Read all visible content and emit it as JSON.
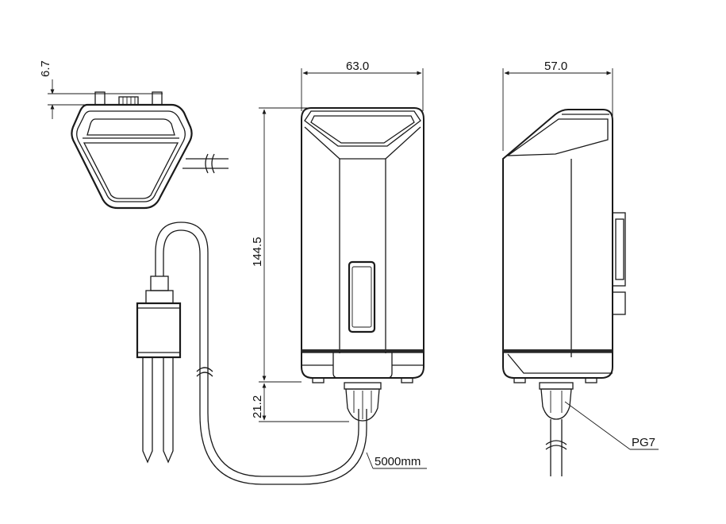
{
  "dimensions": {
    "top_view_height": "6.7",
    "front_width": "63.0",
    "side_width": "57.0",
    "body_height": "144.5",
    "gland_height": "21.2",
    "cable_length": "5000mm",
    "gland_type": "PG7"
  }
}
